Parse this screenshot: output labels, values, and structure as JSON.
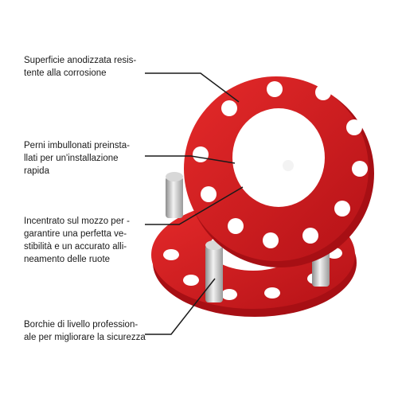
{
  "callouts": [
    {
      "lines": [
        "Superficie anodizzata resis-",
        "tente alla corrosione"
      ]
    },
    {
      "lines": [
        "Perni imbullonati preinsta-",
        "llati per un'installazione",
        "rapida"
      ]
    },
    {
      "lines": [
        "Incentrato sul mozzo per -",
        "garantire una perfetta ve-",
        "stibilità e un accurato alli-",
        "neamento delle ruote"
      ]
    },
    {
      "lines": [
        "Borchie di livello profession-",
        "ale per migliorare la sicurezza"
      ]
    }
  ],
  "colors": {
    "spacer_red": "#d71920",
    "spacer_dark_red": "#a70f14",
    "stud_silver": "#c8c8c8",
    "leader_line": "#1a1a1a"
  }
}
